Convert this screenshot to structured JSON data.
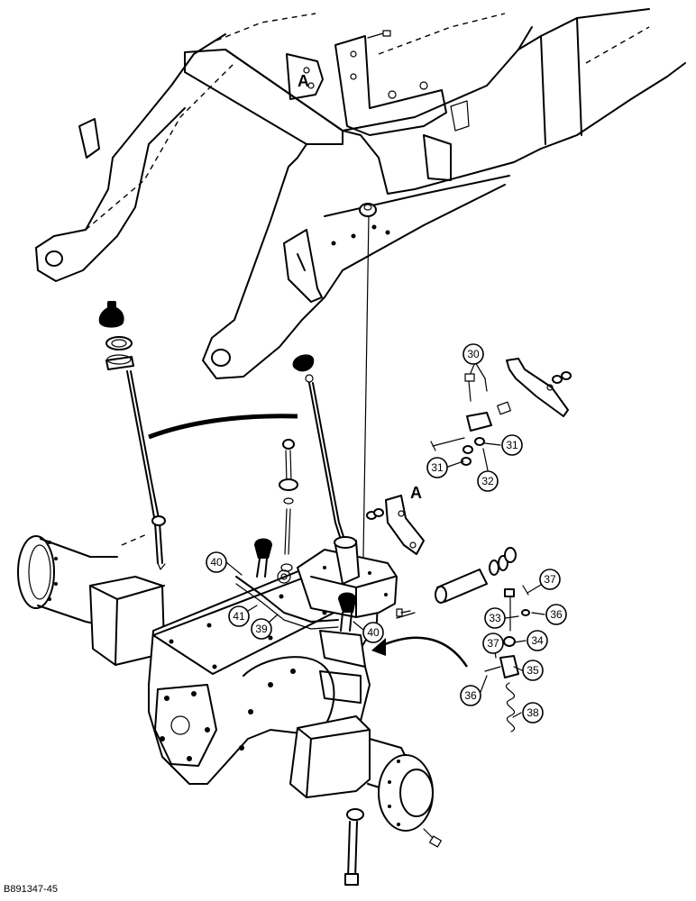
{
  "diagram": {
    "reference_letter": "A",
    "figure_code": "B891347-45",
    "callouts": [
      "30",
      "31",
      "31",
      "32",
      "33",
      "34",
      "35",
      "36",
      "36",
      "37",
      "37",
      "38",
      "39",
      "40",
      "40",
      "41"
    ]
  }
}
